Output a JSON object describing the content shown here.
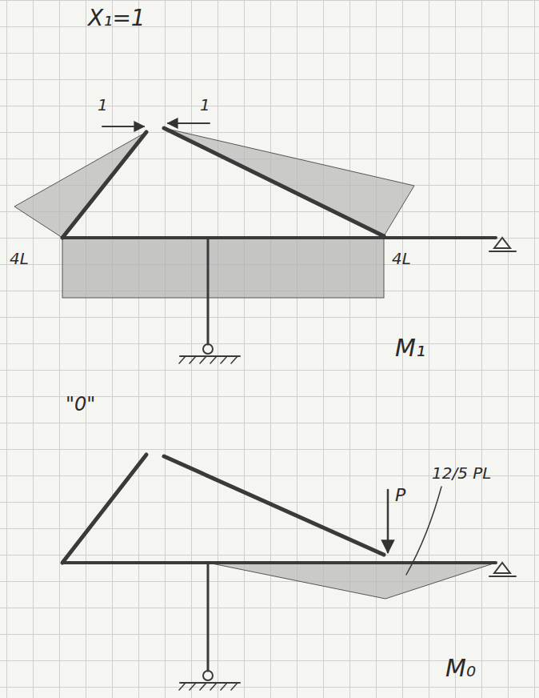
{
  "diagram": {
    "labels": [
      "X₁=1",
      "1",
      "1",
      "4L",
      "4L",
      "M₁",
      "\"0\"",
      "P",
      "12/5 PL",
      "M₀"
    ]
  }
}
